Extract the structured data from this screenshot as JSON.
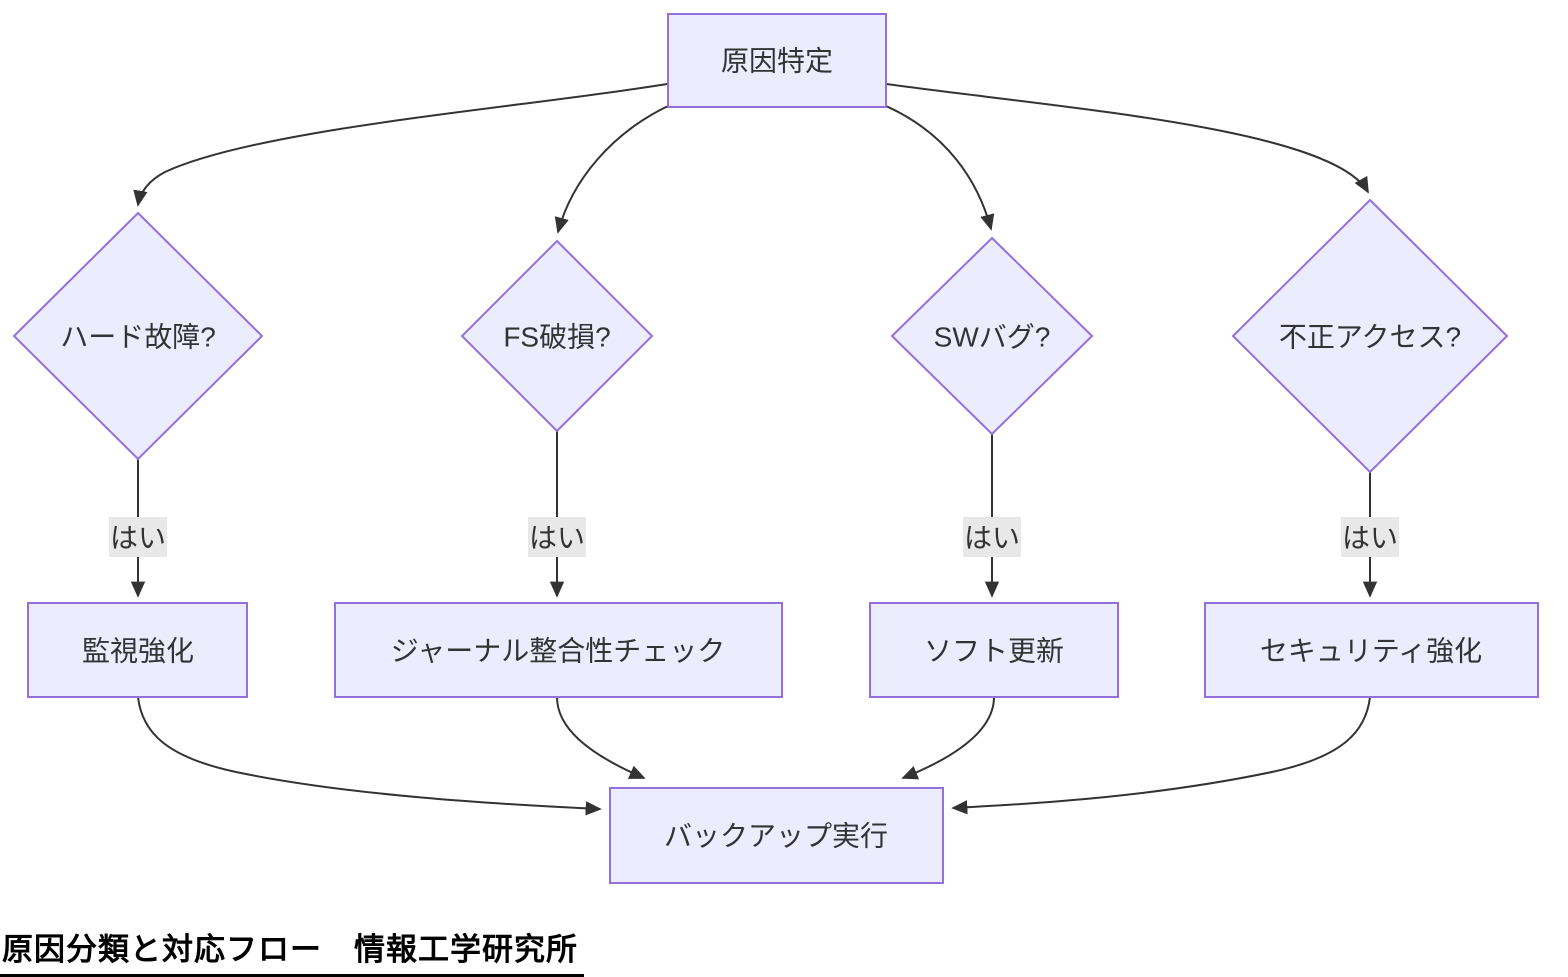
{
  "caption": "原因分類と対応フロー　情報工学研究所",
  "nodes": {
    "cause": {
      "label": "原因特定"
    },
    "hw": {
      "label": "ハード故障?"
    },
    "fs": {
      "label": "FS破損?"
    },
    "sw": {
      "label": "SWバグ?"
    },
    "intrusion": {
      "label": "不正アクセス?"
    },
    "monitor": {
      "label": "監視強化"
    },
    "journal": {
      "label": "ジャーナル整合性チェック"
    },
    "update": {
      "label": "ソフト更新"
    },
    "security": {
      "label": "セキュリティ強化"
    },
    "backup": {
      "label": "バックアップ実行"
    }
  },
  "edge_labels": {
    "hw_yes": "はい",
    "fs_yes": "はい",
    "sw_yes": "はい",
    "intrusion_yes": "はい"
  },
  "colors": {
    "node_fill": "#ECECFF",
    "node_stroke": "#9370DB",
    "edge_color": "#333333",
    "edge_label_bg": "#e8e8e8",
    "node_text": "#333333",
    "caption_text": "#000000",
    "background": "#ffffff"
  }
}
